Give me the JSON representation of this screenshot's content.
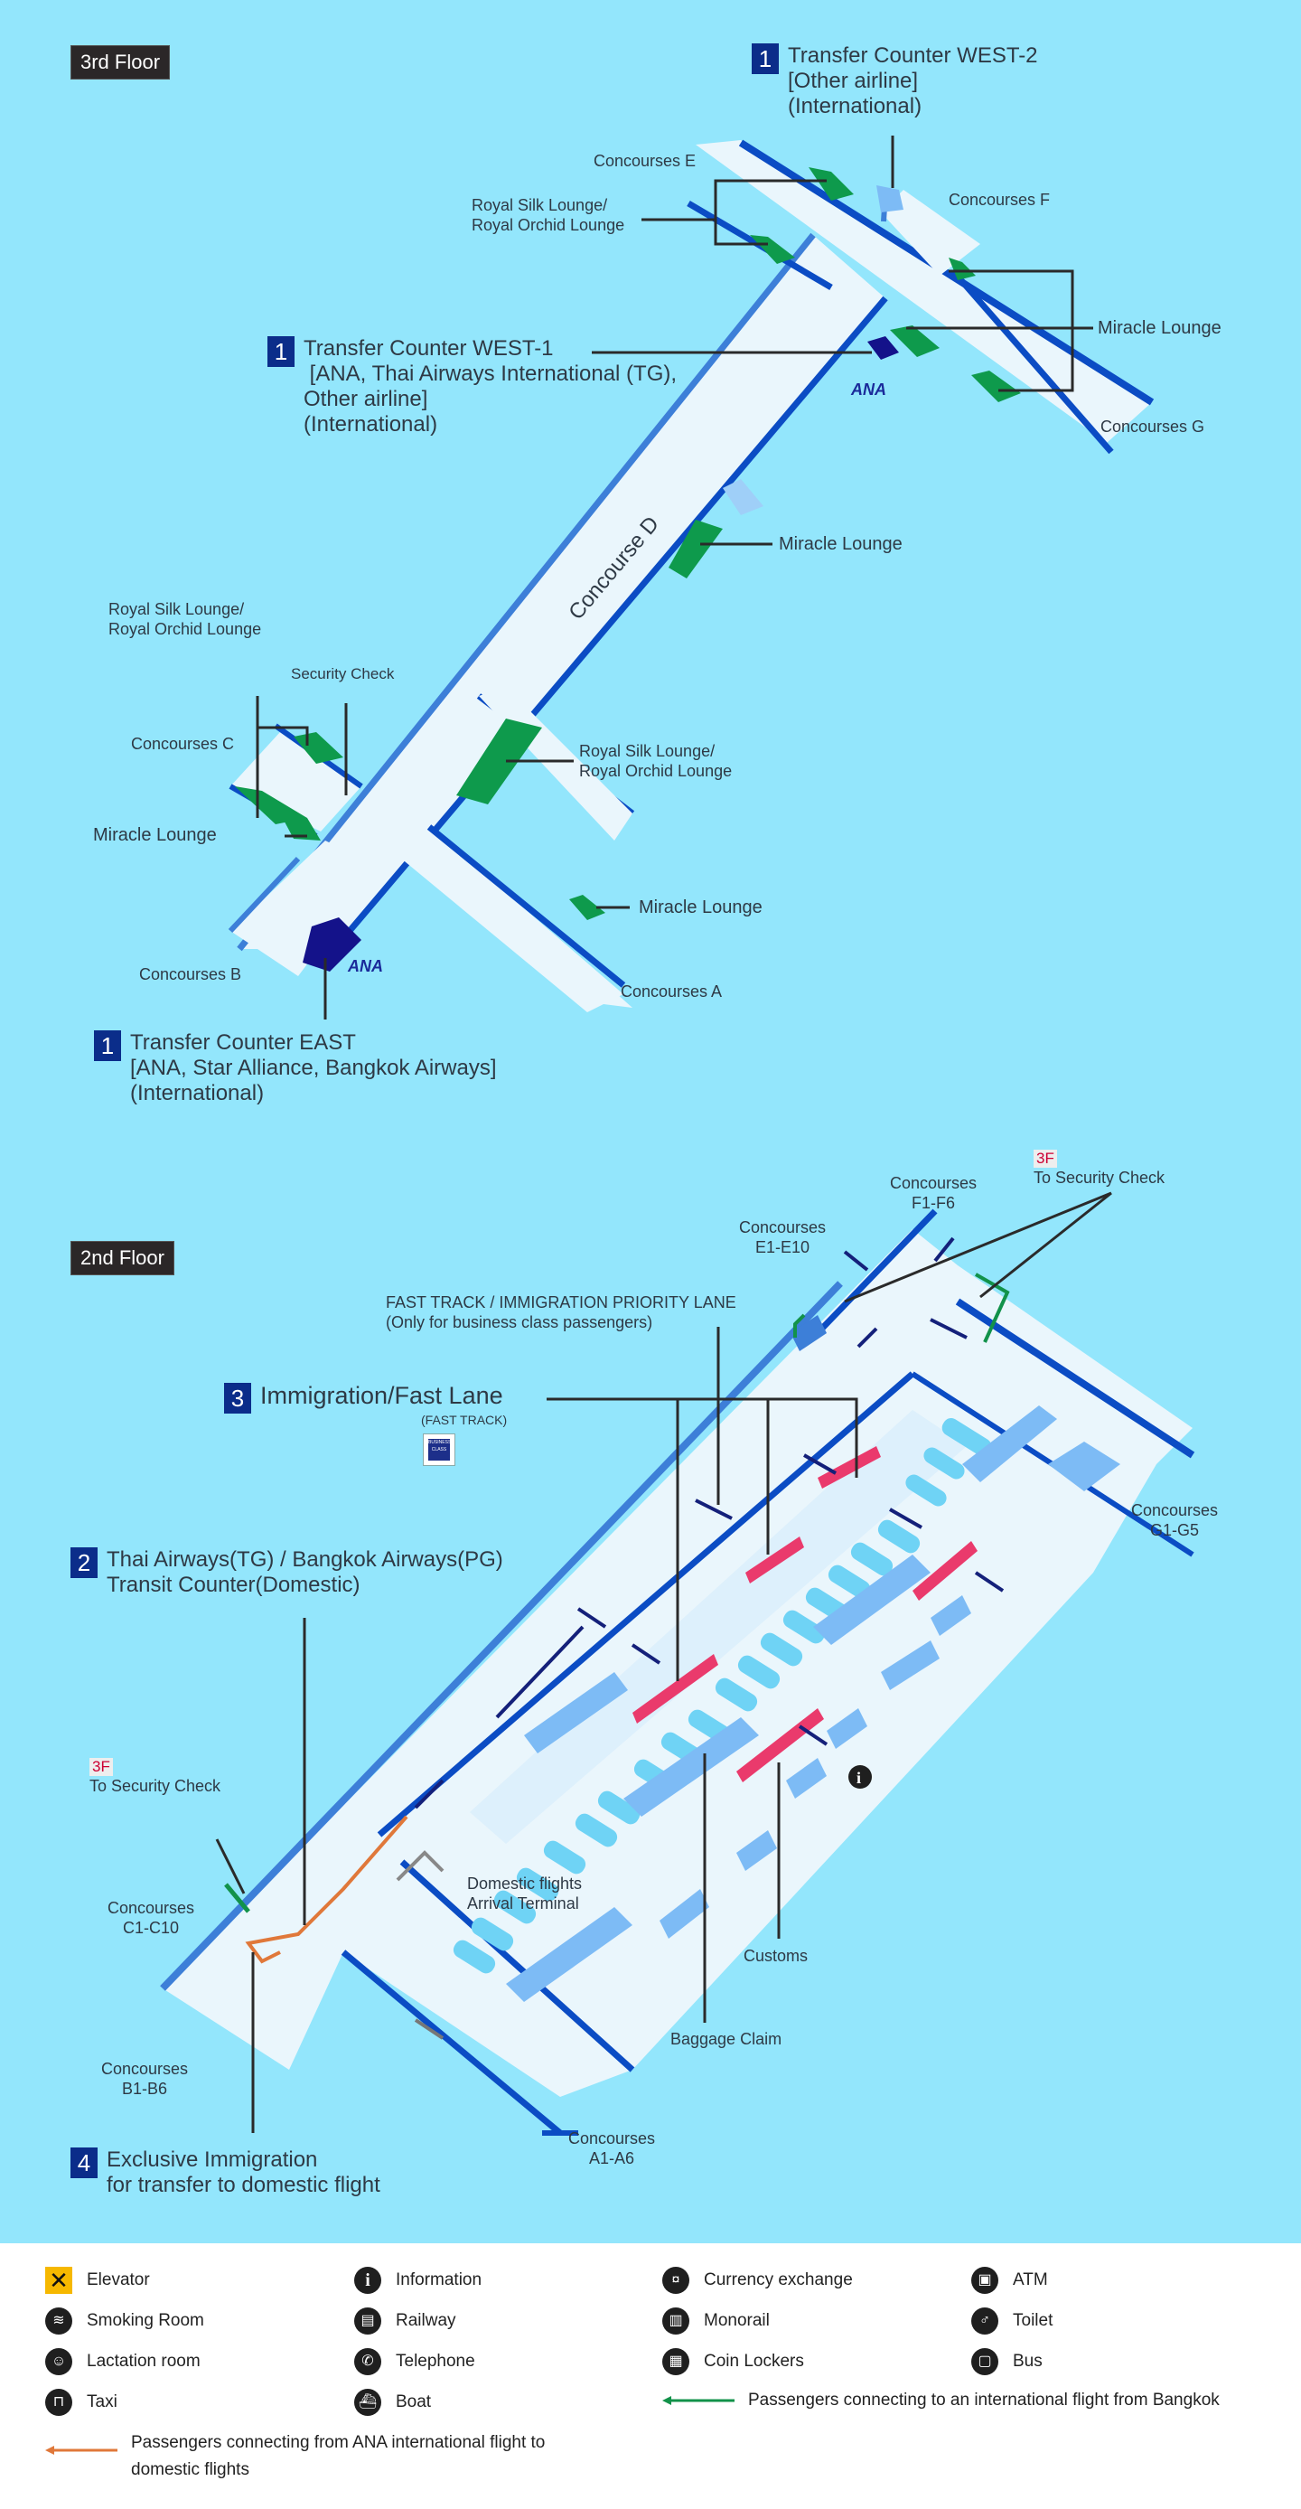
{
  "floor3": {
    "badge": "3rd Floor",
    "concourse_d": "Concourse D",
    "transfer_west2": {
      "num": "1",
      "lines": [
        "Transfer Counter WEST-2",
        "[Other airline]",
        "(International)"
      ]
    },
    "transfer_west1": {
      "num": "1",
      "lines": [
        "Transfer Counter WEST-1",
        " [ANA, Thai Airways International (TG),",
        "Other airline]",
        "(International)"
      ]
    },
    "transfer_east": {
      "num": "1",
      "lines": [
        "Transfer Counter EAST",
        "[ANA, Star Alliance, Bangkok Airways]",
        "(International)"
      ]
    },
    "labels": {
      "concourses_e": "Concourses E",
      "concourses_f": "Concourses F",
      "concourses_g": "Concourses G",
      "concourses_c": "Concourses C",
      "concourses_b": "Concourses B",
      "concourses_a": "Concourses A",
      "royal_top": [
        "Royal Silk Lounge/",
        "Royal Orchid Lounge"
      ],
      "royal_left": [
        "Royal Silk Lounge/",
        "Royal Orchid Lounge"
      ],
      "royal_mid": [
        "Royal Silk Lounge/",
        "Royal Orchid Lounge"
      ],
      "miracle_right": "Miracle Lounge",
      "miracle_mid": "Miracle Lounge",
      "miracle_left": "Miracle Lounge",
      "miracle_bottom": "Miracle Lounge",
      "security_check": "Security Check",
      "ana_logo_1": "ANA",
      "ana_logo_2": "ANA"
    }
  },
  "floor2": {
    "badge": "2nd Floor",
    "immigration": {
      "num": "3",
      "text": "Immigration/Fast Lane",
      "sub": "(FAST TRACK)",
      "badge_text": "BUSINESS CLASS"
    },
    "transit_counter": {
      "num": "2",
      "lines": [
        "Thai Airways(TG) / Bangkok Airways(PG)",
        "Transit Counter(Domestic)"
      ]
    },
    "exclusive_immigration": {
      "num": "4",
      "lines": [
        "Exclusive Immigration",
        "for transfer to domestic flight"
      ]
    },
    "labels": {
      "fast_track": [
        "FAST TRACK / IMMIGRATION PRIORITY LANE",
        "(Only for business class passengers)"
      ],
      "security_right": {
        "tag": "3F",
        "text": "To Security Check"
      },
      "security_left": {
        "tag": "3F",
        "text": "To Security Check"
      },
      "concourses_f": [
        "Concourses",
        "F1-F6"
      ],
      "concourses_e": [
        "Concourses",
        "E1-E10"
      ],
      "concourses_g": [
        "Concourses",
        "G1-G5"
      ],
      "concourses_c": [
        "Concourses",
        "C1-C10"
      ],
      "concourses_b": [
        "Concourses",
        "B1-B6"
      ],
      "concourses_a": [
        "Concourses",
        "A1-A6"
      ],
      "domestic": [
        "Domestic flights",
        "Arrival Terminal"
      ],
      "customs": "Customs",
      "baggage": "Baggage Claim"
    }
  },
  "legend": {
    "items": [
      {
        "icon": "elevator-icon",
        "glyph": "✕",
        "label": "Elevator"
      },
      {
        "icon": "information-icon",
        "glyph": "i",
        "label": "Information"
      },
      {
        "icon": "currency-exchange-icon",
        "glyph": "¤",
        "label": "Currency exchange"
      },
      {
        "icon": "atm-icon",
        "glyph": "▣",
        "label": "ATM"
      },
      {
        "icon": "smoking-room-icon",
        "glyph": "≋",
        "label": "Smoking Room"
      },
      {
        "icon": "railway-icon",
        "glyph": "▤",
        "label": "Railway"
      },
      {
        "icon": "monorail-icon",
        "glyph": "▥",
        "label": "Monorail"
      },
      {
        "icon": "toilet-icon",
        "glyph": "♂",
        "label": "Toilet"
      },
      {
        "icon": "lactation-room-icon",
        "glyph": "☺",
        "label": "Lactation room"
      },
      {
        "icon": "telephone-icon",
        "glyph": "✆",
        "label": "Telephone"
      },
      {
        "icon": "coin-lockers-icon",
        "glyph": "▦",
        "label": "Coin Lockers"
      },
      {
        "icon": "bus-icon",
        "glyph": "▢",
        "label": "Bus"
      },
      {
        "icon": "taxi-icon",
        "glyph": "⊓",
        "label": "Taxi"
      },
      {
        "icon": "boat-icon",
        "glyph": "⛴",
        "label": "Boat"
      }
    ],
    "green_route": "Passengers connecting to an international flight from Bangkok",
    "orange_route": "Passengers connecting from ANA international flight to domestic flights",
    "colors": {
      "green": "#12924a",
      "orange": "#e0783a",
      "elevator": "#f6b800"
    }
  },
  "colors": {
    "background": "#93e6fc",
    "walkway": "#eaf6fc",
    "edge_dark": "#0b4cc4",
    "edge_mid": "#3d7fd8",
    "lounge_green": "#0e9a4c",
    "badge_navy": "#0b2d8a",
    "counter_pink": "#ea3a6c",
    "block_blue": "#7dbbf5",
    "seat_cyan": "#6fd3f5"
  }
}
